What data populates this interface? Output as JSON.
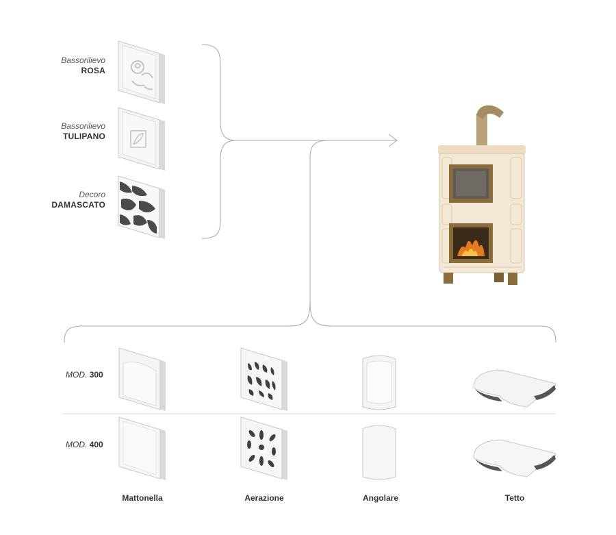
{
  "decor_options": [
    {
      "style": "Bassorilievo",
      "name": "ROSA",
      "icon": "tile-rosa-icon"
    },
    {
      "style": "Bassorilievo",
      "name": "TULIPANO",
      "icon": "tile-tulipano-icon"
    },
    {
      "style": "Decoro",
      "name": "DAMASCATO",
      "icon": "tile-damascato-icon"
    }
  ],
  "models": [
    {
      "prefix": "MOD.",
      "number": "300"
    },
    {
      "prefix": "MOD.",
      "number": "400"
    }
  ],
  "components": [
    "Mattonella",
    "Aerazione",
    "Angolare",
    "Tetto"
  ],
  "colors": {
    "line": "#9a9a9a",
    "tile": "#f2f2f2",
    "tile_edge": "#c8c8c8",
    "stove_body": "#f3e8d6",
    "brass": "#8a6d3b",
    "pattern_dark": "#4a4a4a"
  }
}
